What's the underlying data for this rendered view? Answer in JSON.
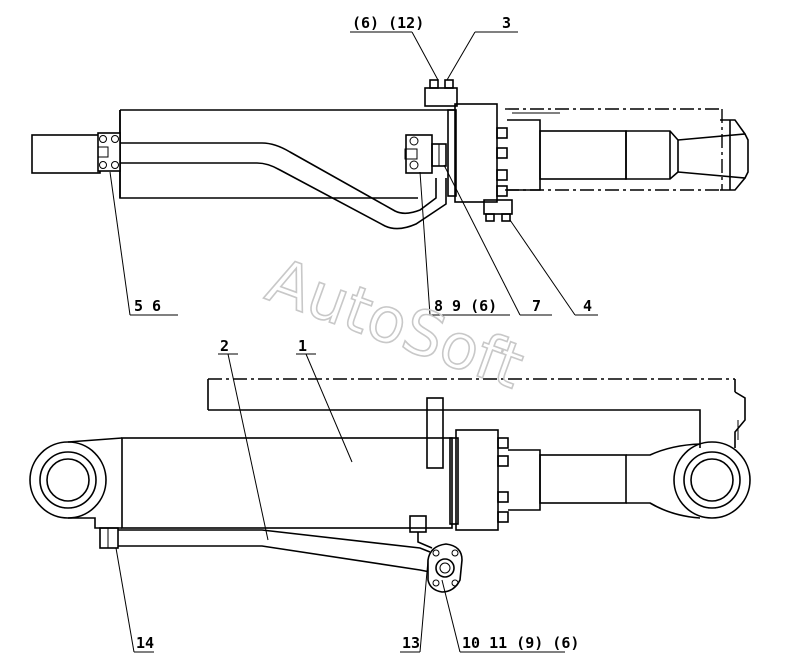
{
  "watermark": "AutoSoft",
  "labels": {
    "top_6_12": "(6) (12)",
    "top_3": "3",
    "top_5_6": "5 6",
    "top_8_9_6": "8 9 (6)",
    "top_7": "7",
    "top_4": "4",
    "bot_2": "2",
    "bot_1": "1",
    "bot_14": "14",
    "bot_13": "13",
    "bot_10_11_9_6": "10 11 (9) (6)"
  },
  "colors": {
    "line": "#000000",
    "watermark": "#c8c8c8",
    "background": "#ffffff"
  }
}
